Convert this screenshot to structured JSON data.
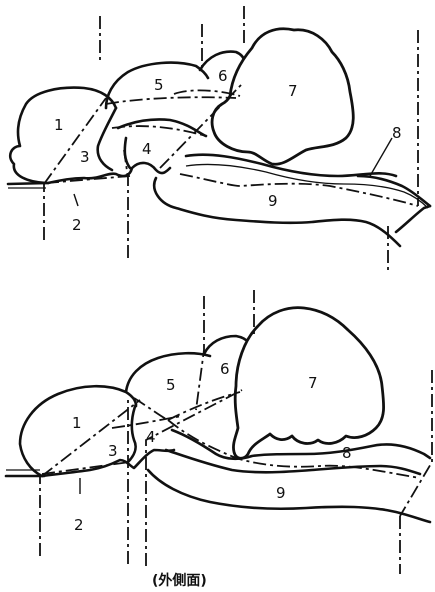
{
  "top_diagram": {
    "labels": [
      "1",
      "2",
      "3",
      "4",
      "5",
      "6",
      "7",
      "8",
      "9"
    ]
  },
  "bottom_diagram": {
    "labels": [
      "1",
      "2",
      "3",
      "4",
      "5",
      "6",
      "7",
      "8",
      "9"
    ]
  },
  "caption": "(外側面)"
}
